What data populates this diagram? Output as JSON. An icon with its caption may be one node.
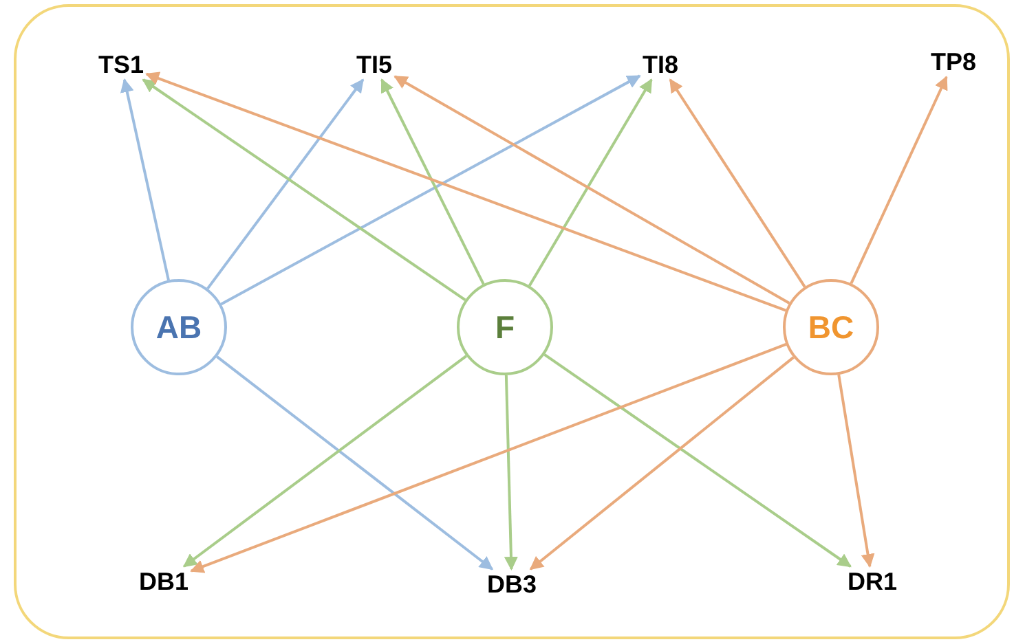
{
  "diagram": {
    "nodes": [
      {
        "text": [],
        "shape": "box"
      },
      {
        "text": [
          "TS1"
        ],
        "in": 0
      },
      {
        "text": [
          "TI5"
        ],
        "in": 0
      },
      {
        "text": [
          "TI8"
        ],
        "in": 0
      },
      {
        "text": [
          "TP8"
        ],
        "in": 0
      },
      {
        "text": [
          "AB"
        ],
        "in": 0
      },
      {
        "text": [
          "F"
        ],
        "in": 0
      },
      {
        "text": [
          "BC"
        ],
        "in": 0
      },
      {
        "text": [
          "DB1"
        ],
        "in": 0
      },
      {
        "text": [
          "DB3"
        ],
        "in": 0
      },
      {
        "text": [
          "DR1"
        ],
        "in": 0
      }
    ],
    "edges": [
      {
        "from": 5,
        "to": 1,
        "arrow": "to",
        "color": "#9dbde0"
      },
      {
        "from": 5,
        "to": 2,
        "arrow": "to",
        "color": "#9dbde0"
      },
      {
        "from": 5,
        "to": 3,
        "arrow": "to",
        "color": "#9dbde0"
      },
      {
        "from": 5,
        "to": 9,
        "arrow": "to",
        "color": "#9dbde0"
      },
      {
        "from": 6,
        "to": 1,
        "arrow": "to",
        "color": "#a9cd8a"
      },
      {
        "from": 6,
        "to": 2,
        "arrow": "to",
        "color": "#a9cd8a"
      },
      {
        "from": 6,
        "to": 3,
        "arrow": "to",
        "color": "#a9cd8a"
      },
      {
        "from": 6,
        "to": 8,
        "arrow": "to",
        "color": "#a9cd8a"
      },
      {
        "from": 6,
        "to": 9,
        "arrow": "to",
        "color": "#a9cd8a"
      },
      {
        "from": 6,
        "to": 10,
        "arrow": "to",
        "color": "#a9cd8a"
      },
      {
        "from": 7,
        "to": 1,
        "arrow": "to",
        "color": "#e9aa7c"
      },
      {
        "from": 7,
        "to": 2,
        "arrow": "to",
        "color": "#e9aa7c"
      },
      {
        "from": 7,
        "to": 3,
        "arrow": "to",
        "color": "#e9aa7c"
      },
      {
        "from": 7,
        "to": 4,
        "arrow": "to",
        "color": "#e9aa7c"
      },
      {
        "from": 7,
        "to": 8,
        "arrow": "to",
        "color": "#e9aa7c"
      },
      {
        "from": 7,
        "to": 9,
        "arrow": "to",
        "color": "#e9aa7c"
      },
      {
        "from": 7,
        "to": 10,
        "arrow": "to",
        "color": "#e9aa7c"
      }
    ]
  }
}
